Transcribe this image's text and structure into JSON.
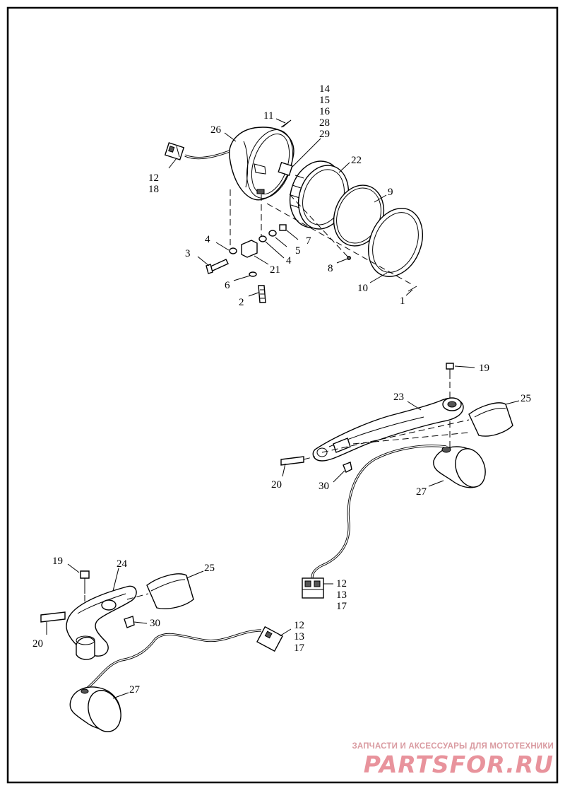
{
  "figure": {
    "callouts": {
      "c14": "14",
      "c15": "15",
      "c16": "16",
      "c28": "28",
      "c29": "29",
      "c11": "11",
      "c26": "26",
      "c22": "22",
      "c9": "9",
      "c12a": "12",
      "c18": "18",
      "c4a": "4",
      "c3": "3",
      "c21": "21",
      "c4b": "4",
      "c5": "5",
      "c7": "7",
      "c8": "8",
      "c6": "6",
      "c10": "10",
      "c2": "2",
      "c1": "1",
      "c19a": "19",
      "c23": "23",
      "c25a": "25",
      "c20a": "20",
      "c30a": "30",
      "c27a": "27",
      "c12b": "12",
      "c13b": "13",
      "c17b": "17",
      "c19b": "19",
      "c24": "24",
      "c25b": "25",
      "c30b": "30",
      "c20b": "20",
      "c12c": "12",
      "c13c": "13",
      "c17c": "17",
      "c27b": "27"
    }
  },
  "watermark": {
    "tagline": "ЗАПЧАСТИ И АКСЕССУАРЫ ДЛЯ МОТОТЕХНИКИ",
    "brand": "PARTSFOR.RU"
  }
}
